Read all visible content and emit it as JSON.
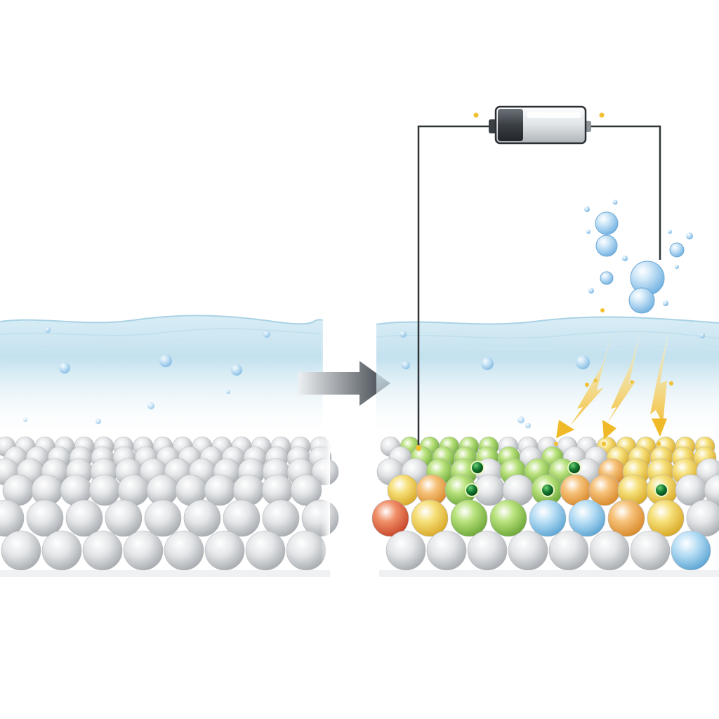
{
  "colors": {
    "background": "#ffffff",
    "water": "#c9e4f0",
    "water_surface": "#9fcfe3",
    "atom_gray": "#d7d9db",
    "atom_green": "#8fd04a",
    "atom_yellow": "#f2d23a",
    "atom_orange": "#f0a83a",
    "atom_blue": "#8cc8ee",
    "atom_red": "#e0553a",
    "adsorbate": "#0f6b2a",
    "arrow_gradient_start": "#eef1f3",
    "arrow_gradient_end": "#3b4148",
    "bolt": "#f3c540",
    "wire": "#2f3337",
    "battery_body": "#e9ecee",
    "battery_charge": "#3c4146",
    "bubble": "#8ec4ec"
  },
  "panels": {
    "left": {
      "state": "pristine-surface",
      "surface_atoms": "gray"
    },
    "right": {
      "state": "electrified-surface",
      "surface_atoms": "mixed",
      "adsorbates": "green"
    }
  },
  "icons": {
    "transition_arrow": "right-arrow",
    "power_source": "battery",
    "energy_flow": "lightning-bolt",
    "gas_release": "bubbles"
  }
}
